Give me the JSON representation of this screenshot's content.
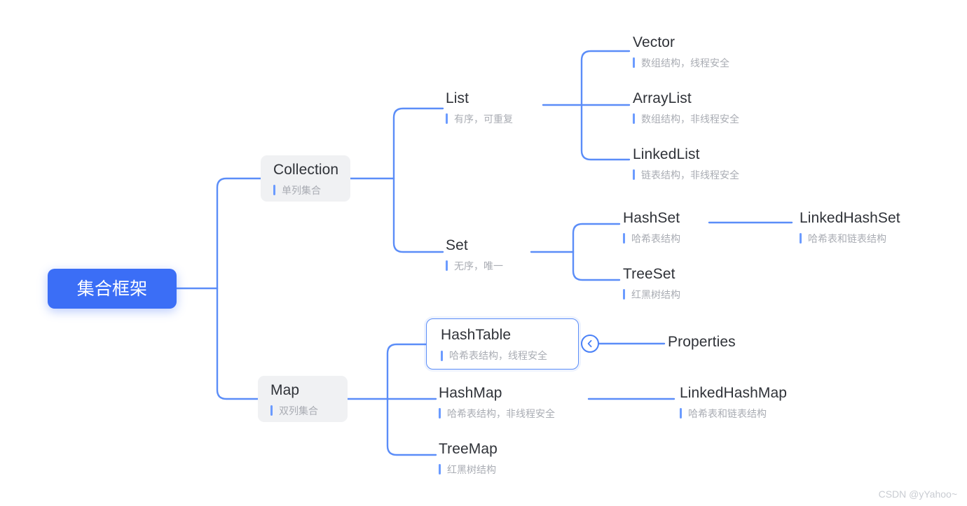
{
  "diagram": {
    "type": "mindmap",
    "title": "集合框架",
    "colors": {
      "root_fill": "#3b6ef6",
      "root_text": "#ffffff",
      "chip_fill": "#f0f1f3",
      "edge": "#5b8df8",
      "title_text": "#2f3238",
      "sub_text": "#a9acb3",
      "accent_bar": "#6b9bff",
      "selected_border": "#5b8df8",
      "watermark": "#c9ccd2"
    },
    "nodes": {
      "root": {
        "title": "集合框架",
        "sub": ""
      },
      "collection": {
        "title": "Collection",
        "sub": "单列集合"
      },
      "list": {
        "title": "List",
        "sub": "有序，可重复"
      },
      "vector": {
        "title": "Vector",
        "sub": "数组结构，线程安全"
      },
      "arraylist": {
        "title": "ArrayList",
        "sub": "数组结构，非线程安全"
      },
      "linkedlist": {
        "title": "LinkedList",
        "sub": "链表结构，非线程安全"
      },
      "set": {
        "title": "Set",
        "sub": "无序，唯一"
      },
      "hashset": {
        "title": "HashSet",
        "sub": "哈希表结构"
      },
      "linkedhashset": {
        "title": "LinkedHashSet",
        "sub": "哈希表和链表结构"
      },
      "treeset": {
        "title": "TreeSet",
        "sub": "红黑树结构"
      },
      "map": {
        "title": "Map",
        "sub": "双列集合"
      },
      "hashtable": {
        "title": "HashTable",
        "sub": "哈希表结构，线程安全"
      },
      "properties": {
        "title": "Properties",
        "sub": ""
      },
      "hashmap": {
        "title": "HashMap",
        "sub": "哈希表结构，非线程安全"
      },
      "linkedhashmap": {
        "title": "LinkedHashMap",
        "sub": "哈希表和链表结构"
      },
      "treemap": {
        "title": "TreeMap",
        "sub": "红黑树结构"
      }
    },
    "collapse_toggle": {
      "icon": "chevron-left-icon",
      "state": "expanded"
    }
  },
  "watermark": {
    "text": "CSDN @yYahoo~"
  }
}
